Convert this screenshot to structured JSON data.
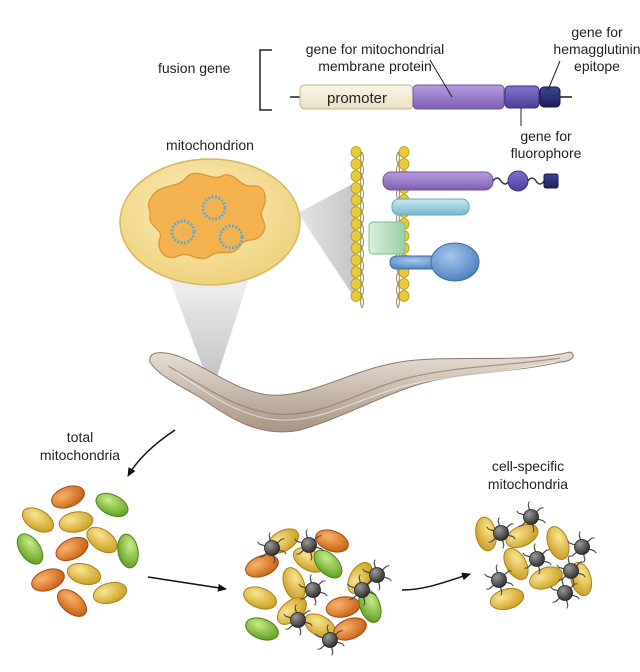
{
  "labels": {
    "fusion_gene": "fusion gene",
    "membrane_gene_line1": "gene for mitochondrial",
    "membrane_gene_line2": "membrane protein",
    "ha_gene_line1": "gene for",
    "ha_gene_line2": "hemagglutinin",
    "ha_gene_line3": "epitope",
    "promoter": "promoter",
    "fluorophore_gene_line1": "gene for",
    "fluorophore_gene_line2": "fluorophore",
    "mitochondrion": "mitochondrion",
    "total_line1": "total",
    "total_line2": "mitochondria",
    "specific_line1": "cell-specific",
    "specific_line2": "mitochondria"
  },
  "colors": {
    "promoter": "#f4ecd6",
    "membrane_protein": "#9a78c4",
    "fluorophore_gene": "#6558b0",
    "ha_epitope": "#2a3072",
    "mito_outer": "#f6dc8e",
    "mito_inner": "#f4b24e",
    "lipid_head": "#e8c93a",
    "teal_protein": "#9fd3e3",
    "green_protein": "#bfe3c4",
    "blue_protein": "#6a9dd4",
    "worm": "#c9bcae",
    "bead": "#555555",
    "mito_orange": "#e87a2c",
    "mito_yellow": "#e6c23c",
    "mito_green": "#8dc63f"
  }
}
